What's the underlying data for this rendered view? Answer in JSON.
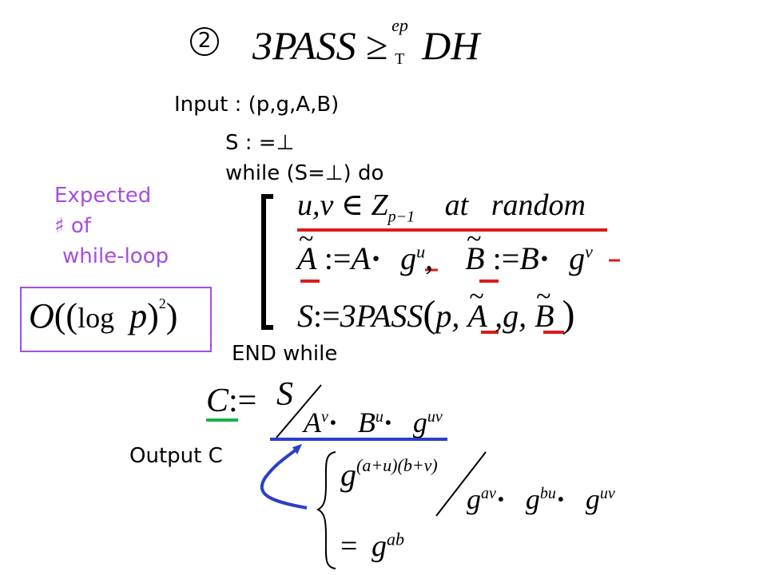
{
  "header": {
    "step_number": "2",
    "lhs": "3PASS",
    "relation": "≥",
    "relation_sup": "ep",
    "relation_sub": "T",
    "rhs": "DH"
  },
  "algorithm": {
    "input": "Input : (p,g,A,B)",
    "init": "S : =⊥",
    "loop_start": "while (S=⊥) do",
    "loop_end": "END while",
    "output": "Output C",
    "step1": {
      "vars": "u,v",
      "set_symbol": "∈",
      "set": "Z",
      "set_sub": "p−1",
      "words": "at   random"
    },
    "step2": {
      "a_tilde": "A",
      "assign": ":=",
      "a": "A",
      "dot": "·",
      "g1": "g",
      "g1_sup": "u",
      "comma": ",",
      "b_tilde": "B",
      "b": "B",
      "g2": "g",
      "g2_sup": "v"
    },
    "step3": {
      "s": "S",
      "assign": ":=",
      "fn": "3PASS",
      "args_p": "p,",
      "args_a": "A",
      "args_g": ",g,",
      "args_b": "B"
    }
  },
  "expected": {
    "line1": "Expected",
    "line2": "♯ of",
    "line3": "while-loop",
    "complexity_prefix": "O",
    "complexity_open": "((",
    "complexity_log": "log",
    "complexity_p": "p",
    "complexity_close": ")",
    "complexity_exp": "2",
    "complexity_end": ")"
  },
  "output_formula": {
    "c": "C",
    "assign": ":=",
    "numerator": "S",
    "d1": "A",
    "d1_sup": "v",
    "d2": "B",
    "d2_sup": "u",
    "d3": "g",
    "d3_sup": "uv"
  },
  "derivation": {
    "top_g": "g",
    "top_sup": "(a+u)(b+v)",
    "den1": "g",
    "den1_sup": "av",
    "den2": "g",
    "den2_sup": "bu",
    "den3": "g",
    "den3_sup": "uv",
    "eq": "=",
    "res_g": "g",
    "res_sup": "ab"
  },
  "colors": {
    "underline_red": "#dd1a1a",
    "underline_green": "#19b34a",
    "line_blue": "#2b3fc8",
    "expected_text": "#a64ce0",
    "box_border": "#a64ce0"
  }
}
